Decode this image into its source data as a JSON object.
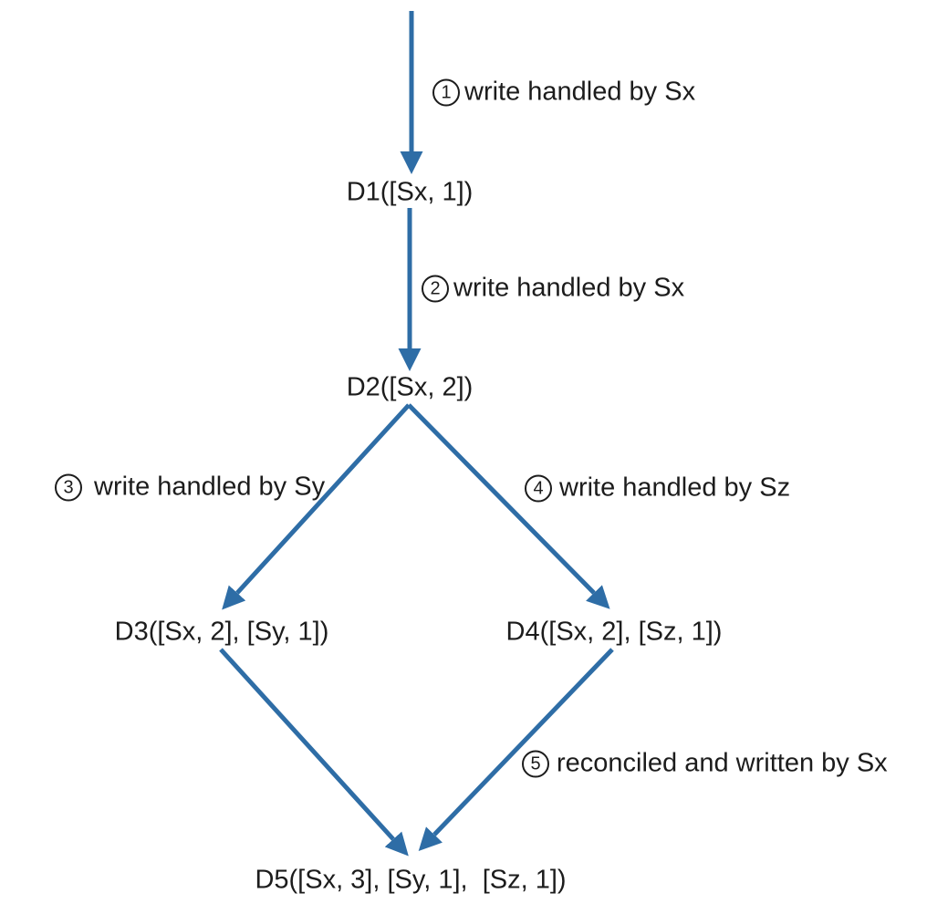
{
  "diagram": {
    "title_semantic": "object version evolution over time",
    "arrow_color": "#2E6DA6",
    "text_color": "#1c1c1c",
    "nodes": {
      "d1": "D1([Sx, 1])",
      "d2": "D2([Sx, 2])",
      "d3": "D3([Sx, 2], [Sy, 1])",
      "d4": "D4([Sx, 2], [Sz, 1])",
      "d5": "D5([Sx, 3], [Sy, 1],  [Sz, 1])"
    },
    "steps": {
      "s1": {
        "num": "1",
        "label": "write handled by Sx"
      },
      "s2": {
        "num": "2",
        "label": "write handled by Sx"
      },
      "s3": {
        "num": "3",
        "label": "write handled by Sy"
      },
      "s4": {
        "num": "4",
        "label": "write handled by Sz"
      },
      "s5": {
        "num": "5",
        "label": "reconciled and written by Sx"
      }
    }
  }
}
